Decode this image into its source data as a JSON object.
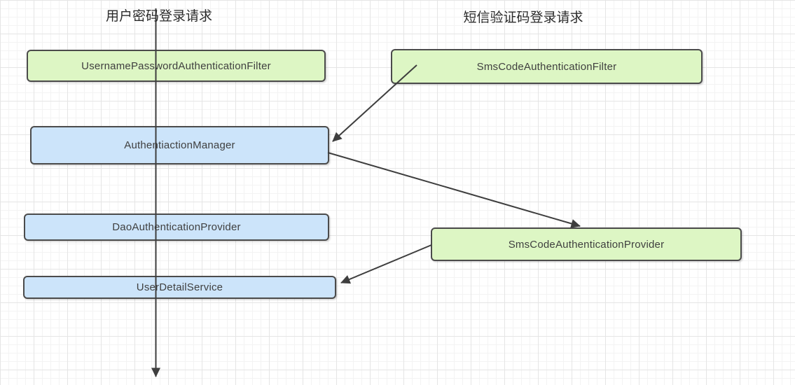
{
  "titles": {
    "left": "用户密码登录请求",
    "right": "短信验证码登录请求"
  },
  "nodes": {
    "upaf": {
      "label": "UsernamePasswordAuthenticationFilter",
      "color": "green"
    },
    "scaf": {
      "label": "SmsCodeAuthenticationFilter",
      "color": "green"
    },
    "am": {
      "label": "AuthentiactionManager",
      "color": "blue"
    },
    "dap": {
      "label": "DaoAuthenticationProvider",
      "color": "blue"
    },
    "uds": {
      "label": "UserDetailService",
      "color": "blue"
    },
    "scap": {
      "label": "SmsCodeAuthenticationProvider",
      "color": "green"
    }
  },
  "edges": [
    {
      "from": "username-password-flow-top",
      "to": "bottom-of-canvas",
      "type": "vertical-main-flow"
    },
    {
      "from": "scaf",
      "to": "am",
      "type": "arrow"
    },
    {
      "from": "am",
      "to": "scap",
      "type": "arrow"
    },
    {
      "from": "scap",
      "to": "uds",
      "type": "arrow"
    }
  ],
  "colors": {
    "green_fill": "#ddf6c4",
    "blue_fill": "#cce4fa",
    "node_border": "#4b4b4b",
    "edge_stroke": "#3e3e3e",
    "grid_minor": "#f3f3f3",
    "grid_major": "#e5e5e5",
    "title_text": "#2b2b2b",
    "node_text": "#3f3f3f"
  }
}
